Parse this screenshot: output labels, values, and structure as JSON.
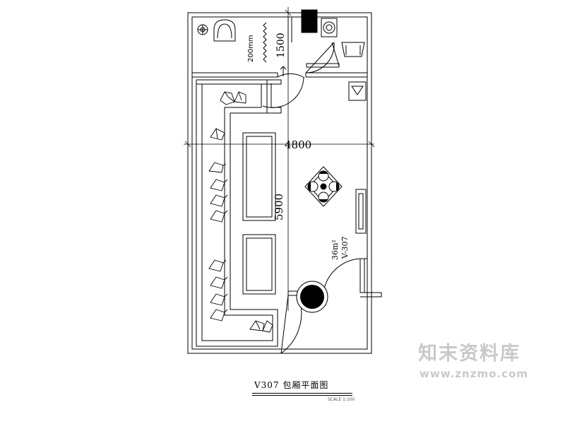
{
  "plan": {
    "title": "V307 包厢平面图",
    "scale": "SCALE 1:100",
    "room_code": "V-307",
    "room_area": "36m²",
    "dims": {
      "width": "4800",
      "length": "5900",
      "restroom_depth": "1500",
      "curtain": "200mm"
    }
  },
  "watermark": {
    "name": "知末资料库",
    "url": "www.znzmo.com"
  },
  "icons": [
    "plant-icon",
    "sofa-icon",
    "toilet-icon",
    "washbasin-icon",
    "dining-table-icon",
    "round-plant-icon",
    "door-swing-icon"
  ]
}
